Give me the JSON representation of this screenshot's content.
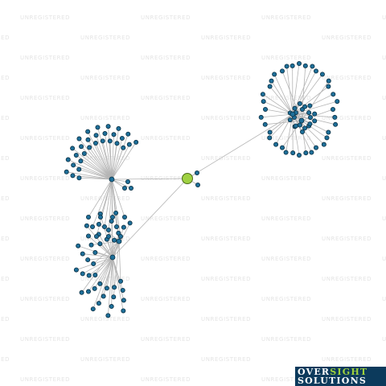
{
  "watermark_text": "UNREGISTERED",
  "logo": {
    "line1_part1": "OVER",
    "line1_part2": "SIGHT",
    "line2": "SOLUTIONS"
  },
  "colors": {
    "node_fill": "#1e6f99",
    "center_fill": "#9fd142",
    "edge": "#b4b4b4",
    "logo_bg": "#0c3a5c",
    "logo_accent": "#9ed23c"
  },
  "graph": {
    "clusters": [
      {
        "id": "cluster-east",
        "leaf_count": 56
      },
      {
        "id": "cluster-west-upper",
        "leaf_count": 30
      },
      {
        "id": "cluster-west-lower",
        "leaf_count": 40
      }
    ],
    "center_leaf_count": 2
  }
}
